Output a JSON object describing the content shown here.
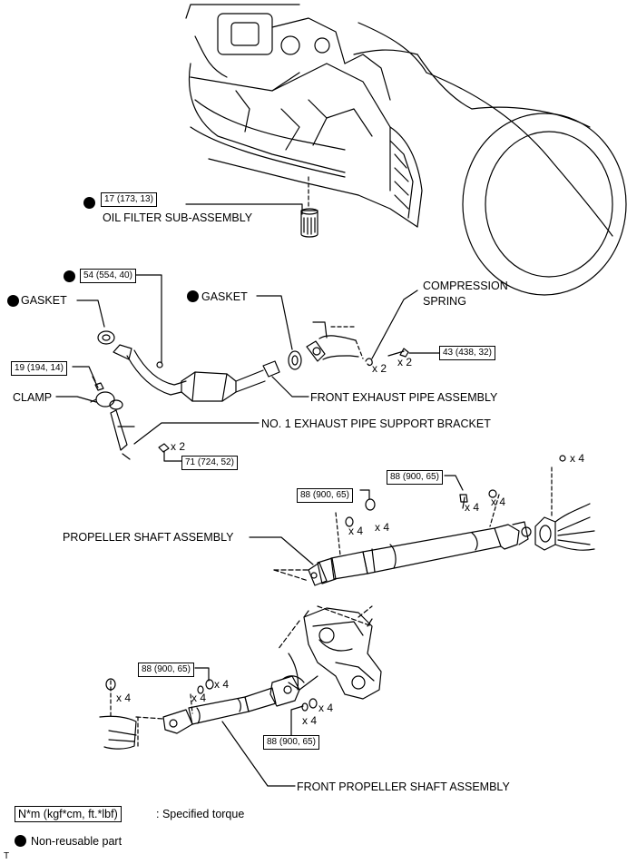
{
  "labels": {
    "oil_filter_torque": "17 (173, 13)",
    "oil_filter": "OIL FILTER SUB-ASSEMBLY",
    "pipe_nut_torque": "54 (554, 40)",
    "gasket_left": "GASKET",
    "gasket_right": "GASKET",
    "compression_spring_l1": "COMPRESSION",
    "compression_spring_l2": "SPRING",
    "bolt_torque_43": "43 (438, 32)",
    "clamp_torque": "19 (194, 14)",
    "clamp": "CLAMP",
    "front_exhaust_pipe": "FRONT EXHAUST PIPE ASSEMBLY",
    "support_bracket": "NO. 1 EXHAUST PIPE SUPPORT BRACKET",
    "bracket_torque": "71 (724, 52)",
    "ps_torque_a": "88 (900, 65)",
    "ps_torque_b": "88 (900, 65)",
    "propeller_shaft": "PROPELLER SHAFT ASSEMBLY",
    "fps_torque_a": "88 (900, 65)",
    "fps_torque_b": "88 (900, 65)",
    "front_propeller_shaft": "FRONT PROPELLER SHAFT ASSEMBLY"
  },
  "multipliers": {
    "x2": "x 2",
    "x4": "x 4"
  },
  "legend": {
    "torque_unit": "N*m (kgf*cm, ft.*lbf)",
    "torque_desc": ": Specified torque",
    "nonreusable_desc": "Non-reusable part"
  },
  "corner_mark": "T"
}
